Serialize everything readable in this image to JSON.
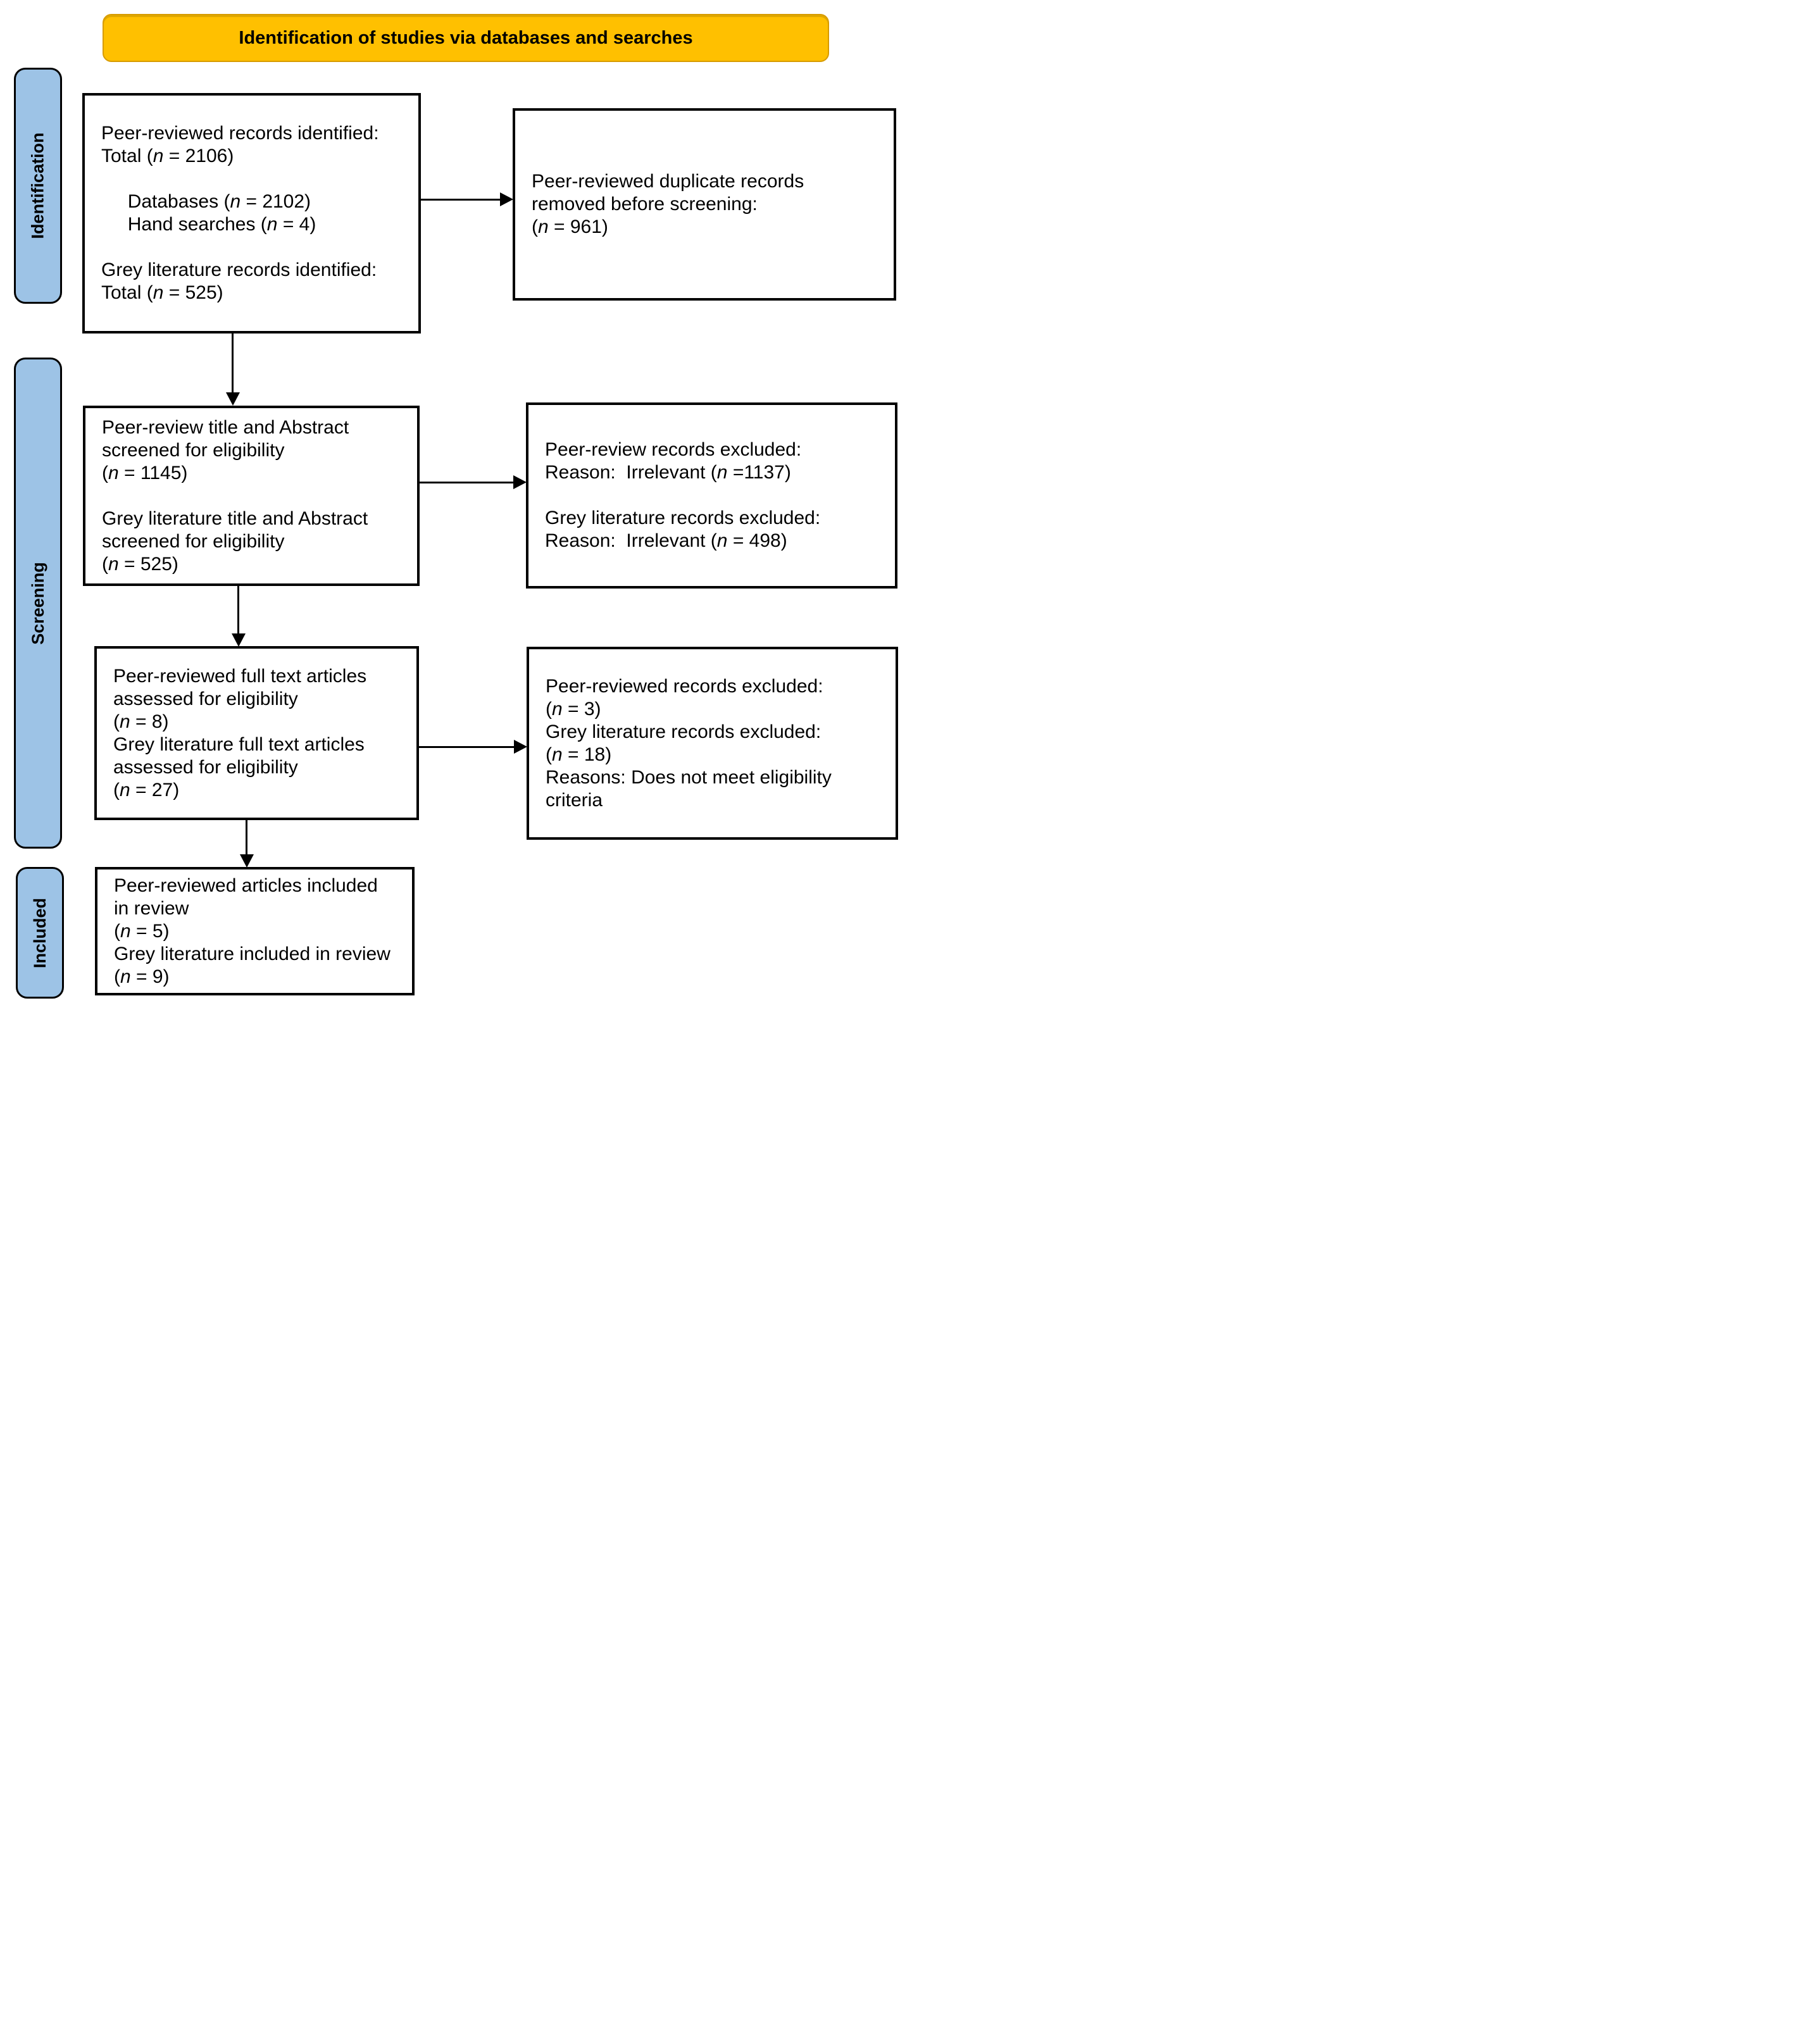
{
  "banner": {
    "title": "Identification of studies via databases and searches",
    "bg": "#FFC000"
  },
  "stages": {
    "fill": "#9DC3E6",
    "identification": "Identification",
    "screening": "Screening",
    "included": "Included"
  },
  "boxes": {
    "records_identified": {
      "lines": [
        "Peer-reviewed records identified:",
        "Total (n = 2106)",
        "",
        "     Databases (n = 2102)",
        "     Hand searches (n = 4)",
        "",
        "Grey literature records identified:",
        "Total (n = 525)"
      ]
    },
    "duplicates_removed": {
      "lines": [
        "Peer-reviewed duplicate records",
        "removed before screening:",
        "(n = 961)"
      ]
    },
    "title_abstract_screened": {
      "lines": [
        "Peer-review title and Abstract",
        "screened for eligibility",
        "(n = 1145)",
        "",
        "Grey literature title and Abstract",
        "screened for eligibility",
        "(n = 525)"
      ]
    },
    "title_abstract_excluded": {
      "lines": [
        "Peer-review records excluded:",
        "Reason:  Irrelevant (n =1137)",
        "",
        "Grey literature records excluded:",
        "Reason:  Irrelevant (n = 498)"
      ]
    },
    "full_text_assessed": {
      "lines": [
        "Peer-reviewed full text articles",
        "assessed for eligibility",
        "(n = 8)",
        "Grey literature full text articles",
        "assessed for eligibility",
        "(n = 27)"
      ]
    },
    "full_text_excluded": {
      "lines": [
        "Peer-reviewed records excluded:",
        "(n = 3)",
        "Grey literature records excluded:",
        "(n = 18)",
        "Reasons: Does not meet eligibility",
        "criteria"
      ]
    },
    "included_in_review": {
      "lines": [
        "Peer-reviewed articles included",
        "in review",
        "(n = 5)",
        "Grey literature included in review",
        "(n = 9)"
      ]
    }
  }
}
